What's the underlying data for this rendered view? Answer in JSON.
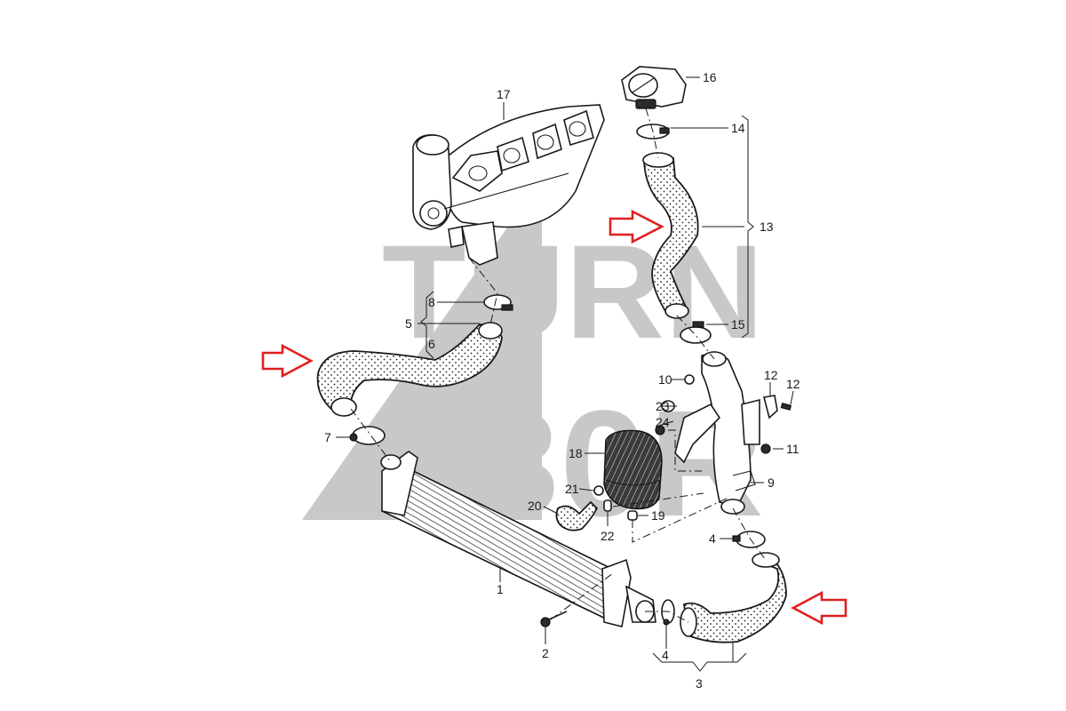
{
  "diagram": {
    "type": "exploded-parts-diagram",
    "subject": "Charge air / intercooler hose system",
    "watermark": {
      "logo_glyph": "4",
      "line1": "TURN",
      "line2": "130R",
      "color": "#c8c8c8"
    },
    "highlight_color": "#e02020",
    "callouts": [
      {
        "id": "1",
        "label": "1",
        "part": "intercooler"
      },
      {
        "id": "2",
        "label": "2",
        "part": "screw"
      },
      {
        "id": "3",
        "label": "3",
        "part": "charge-air-hose-lower-assembly"
      },
      {
        "id": "4a",
        "label": "4",
        "part": "hose-clamp"
      },
      {
        "id": "4b",
        "label": "4",
        "part": "hose-clamp"
      },
      {
        "id": "5",
        "label": "5",
        "part": "turbo-outlet-hose-assembly"
      },
      {
        "id": "6a",
        "label": "6",
        "part": "hose"
      },
      {
        "id": "6b",
        "label": "6",
        "part": "hose-clamp"
      },
      {
        "id": "7",
        "label": "7",
        "part": "hose-clamp"
      },
      {
        "id": "8",
        "label": "8",
        "part": "charge-air-pipe"
      },
      {
        "id": "9",
        "label": "9",
        "part": "nut"
      },
      {
        "id": "10",
        "label": "10",
        "part": "nut"
      },
      {
        "id": "11",
        "label": "11",
        "part": "bracket"
      },
      {
        "id": "12",
        "label": "12",
        "part": "bolt"
      },
      {
        "id": "13",
        "label": "13",
        "part": "upper-charge-air-hose-assembly"
      },
      {
        "id": "14",
        "label": "14",
        "part": "hose-clamp"
      },
      {
        "id": "15",
        "label": "15",
        "part": "hose-clamp"
      },
      {
        "id": "16",
        "label": "16",
        "part": "throttle-body"
      },
      {
        "id": "17",
        "label": "17",
        "part": "turbocharger-exhaust-manifold"
      },
      {
        "id": "18",
        "label": "18",
        "part": "resonator"
      },
      {
        "id": "19",
        "label": "19",
        "part": "grommet"
      },
      {
        "id": "20",
        "label": "20",
        "part": "small-hose"
      },
      {
        "id": "21",
        "label": "21",
        "part": "clip"
      },
      {
        "id": "22",
        "label": "22",
        "part": "clamp"
      },
      {
        "id": "23",
        "label": "23",
        "part": "grommet"
      },
      {
        "id": "24",
        "label": "24",
        "part": "nut"
      }
    ],
    "highlight_arrows": [
      {
        "id": "arrow-upper-hose",
        "direction": "right",
        "target": "13"
      },
      {
        "id": "arrow-turbo-hose",
        "direction": "right",
        "target": "5"
      },
      {
        "id": "arrow-lower-hose",
        "direction": "left",
        "target": "3"
      }
    ]
  }
}
